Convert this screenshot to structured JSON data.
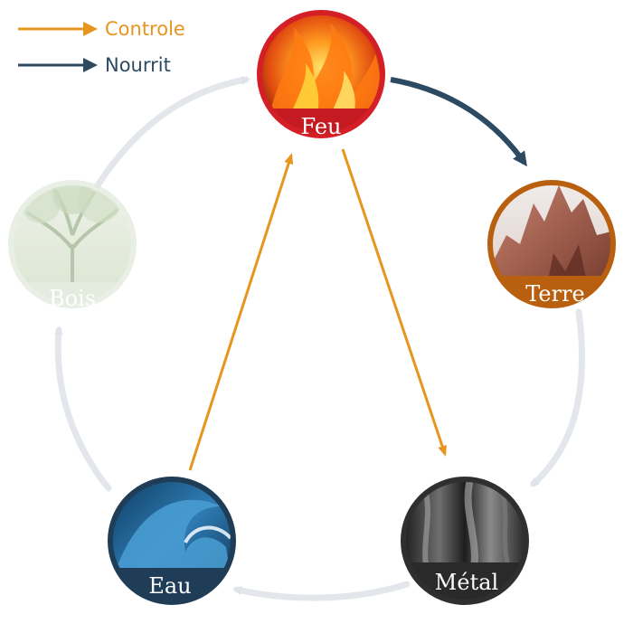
{
  "legend": {
    "controle": {
      "label": "Controle",
      "color": "#e8951f"
    },
    "nourrit": {
      "label": "Nourrit",
      "color": "#2d4a63"
    }
  },
  "colors": {
    "cycle_arrow": "#e3e7ec",
    "feu_ring": "#d41f26",
    "terre_ring": "#b8600f",
    "metal_ring": "#2f2f2f",
    "eau_ring": "#1f3d57",
    "bois_ring": "#dde6d8"
  },
  "elements": {
    "feu": {
      "label": "Feu"
    },
    "terre": {
      "label": "Terre"
    },
    "metal": {
      "label": "Métal"
    },
    "eau": {
      "label": "Eau"
    },
    "bois": {
      "label": "Bois"
    }
  }
}
